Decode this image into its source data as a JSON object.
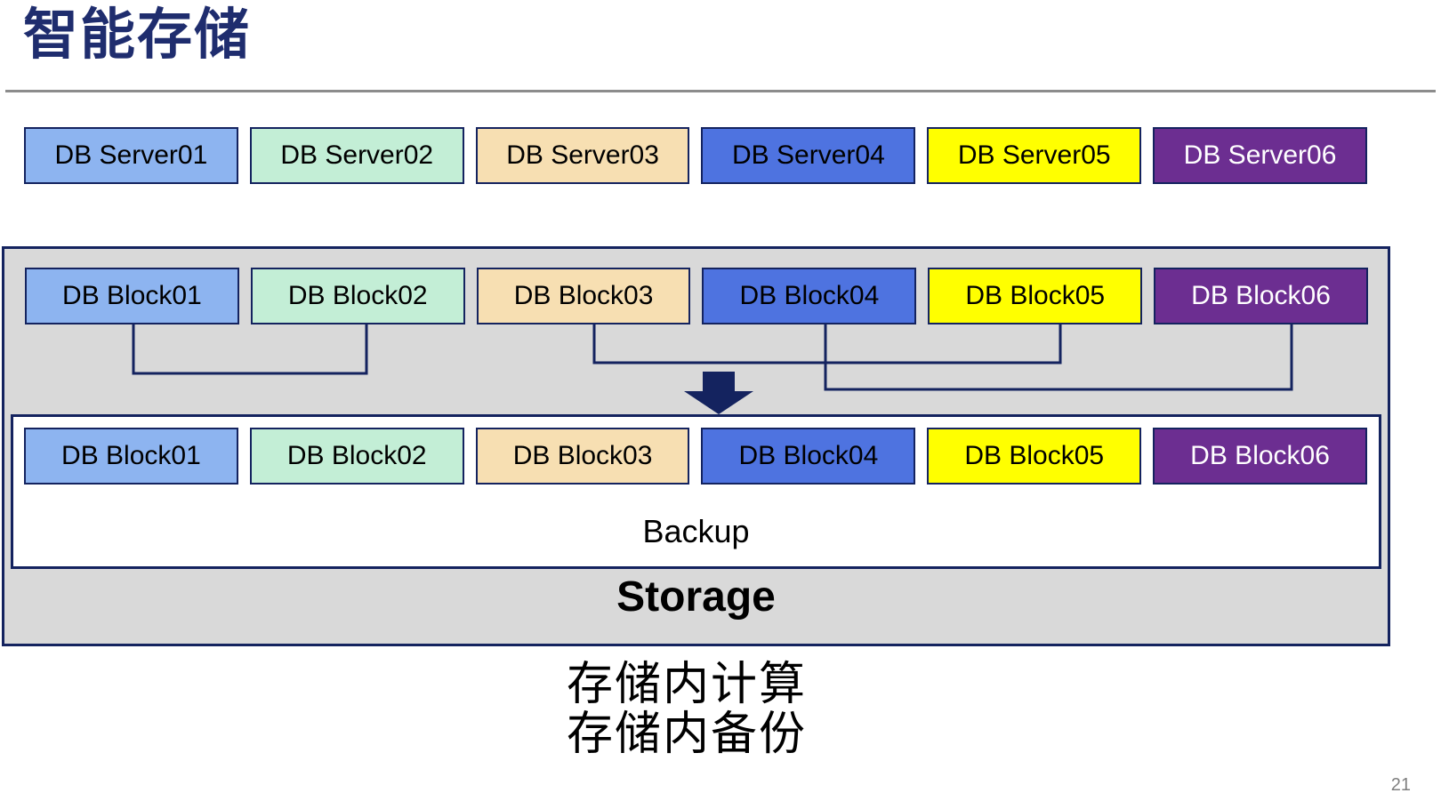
{
  "title": "智能存储",
  "page_number": "21",
  "caption": {
    "line1": "存储内计算",
    "line2": "存储内备份"
  },
  "server_row": [
    {
      "label": "DB Server01",
      "fill": "#8DB4F0",
      "text_color": "#000000"
    },
    {
      "label": "DB Server02",
      "fill": "#C3EED6",
      "text_color": "#000000"
    },
    {
      "label": "DB Server03",
      "fill": "#F7DFB2",
      "text_color": "#000000"
    },
    {
      "label": "DB Server04",
      "fill": "#4E73E0",
      "text_color": "#000000"
    },
    {
      "label": "DB Server05",
      "fill": "#FFFF00",
      "text_color": "#000000"
    },
    {
      "label": "DB Server06",
      "fill": "#6C2E91",
      "text_color": "#FFFFFF"
    }
  ],
  "storage_box": {
    "label": "Storage",
    "block_row_top": [
      {
        "label": "DB Block01",
        "fill": "#8DB4F0",
        "text_color": "#000000"
      },
      {
        "label": "DB Block02",
        "fill": "#C3EED6",
        "text_color": "#000000"
      },
      {
        "label": "DB Block03",
        "fill": "#F7DFB2",
        "text_color": "#000000"
      },
      {
        "label": "DB Block04",
        "fill": "#4E73E0",
        "text_color": "#000000"
      },
      {
        "label": "DB Block05",
        "fill": "#FFFF00",
        "text_color": "#000000"
      },
      {
        "label": "DB Block06",
        "fill": "#6C2E91",
        "text_color": "#FFFFFF"
      }
    ],
    "backup_box": {
      "label": "Backup",
      "block_row": [
        {
          "label": "DB Block01",
          "fill": "#8DB4F0",
          "text_color": "#000000"
        },
        {
          "label": "DB Block02",
          "fill": "#C3EED6",
          "text_color": "#000000"
        },
        {
          "label": "DB Block03",
          "fill": "#F7DFB2",
          "text_color": "#000000"
        },
        {
          "label": "DB Block04",
          "fill": "#4E73E0",
          "text_color": "#000000"
        },
        {
          "label": "DB Block05",
          "fill": "#FFFF00",
          "text_color": "#000000"
        },
        {
          "label": "DB Block06",
          "fill": "#6C2E91",
          "text_color": "#FFFFFF"
        }
      ]
    }
  },
  "colors": {
    "title": "#1F2D6E",
    "box_border": "#14235F",
    "container_fill": "#D9D9D9",
    "connector": "#14235F",
    "arrow": "#14235F",
    "rule": "#8C8C8C",
    "page_number": "#7F7F7F"
  }
}
